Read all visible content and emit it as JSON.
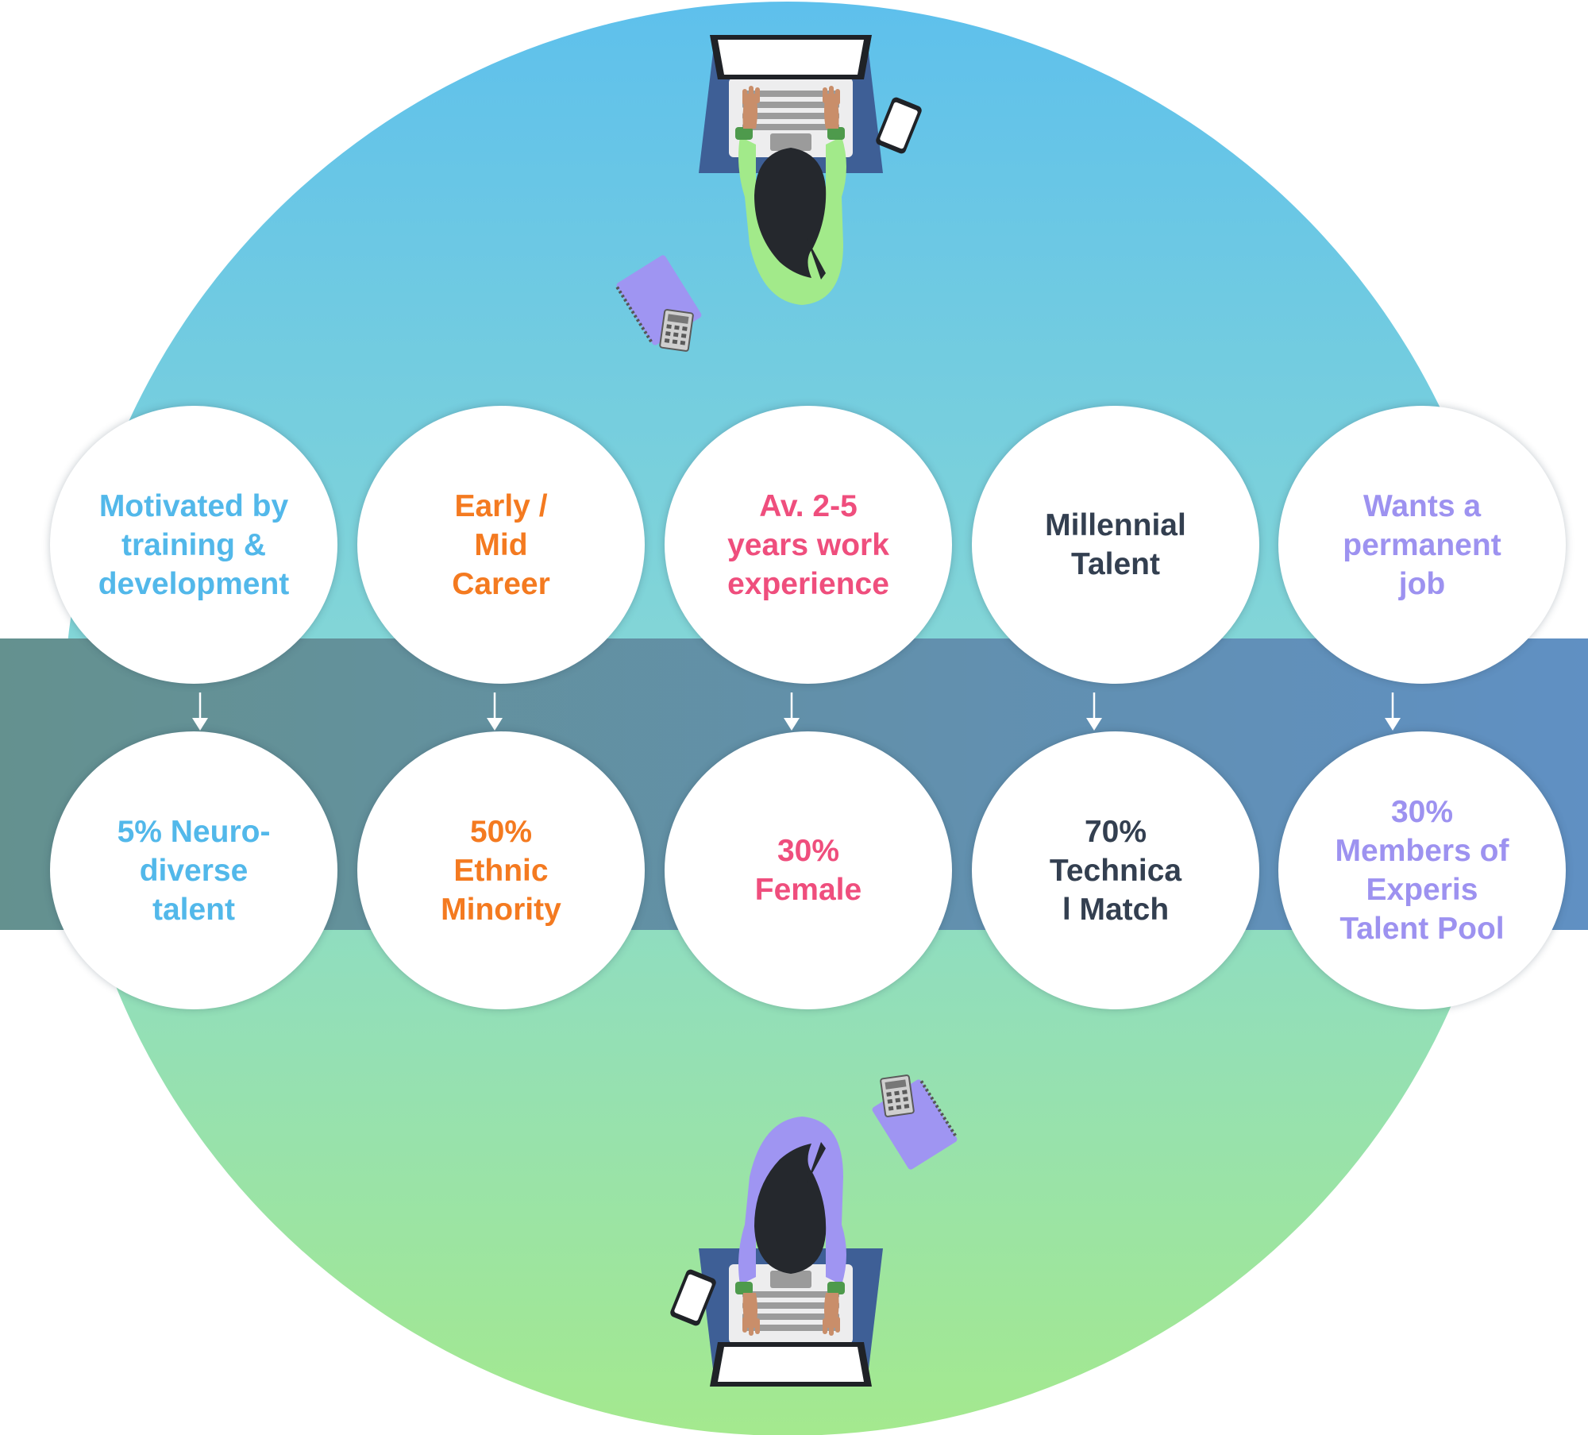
{
  "colors": {
    "circle_top": "#5ec0ec",
    "circle_mid": "#87d8d4",
    "circle_bottom": "#a4e98e",
    "band_left": "#64918f",
    "band_right": "#6090c3",
    "blue_text": "#52b8ea",
    "orange_text": "#f47a20",
    "pink_text": "#ef4e7d",
    "navy_text": "#333f50",
    "purple_text": "#9d92f0"
  },
  "top_row": [
    {
      "text": "Motivated by\ntraining &\ndevelopment",
      "color": "#52b8ea"
    },
    {
      "text": "Early /\nMid\nCareer",
      "color": "#f47a20"
    },
    {
      "text": "Av. 2-5\nyears work\nexperience",
      "color": "#ef4e7d"
    },
    {
      "text": "Millennial\nTalent",
      "color": "#333f50"
    },
    {
      "text": "Wants a\npermanent\njob",
      "color": "#9d92f0"
    }
  ],
  "bottom_row": [
    {
      "text": "5% Neuro-\ndiverse\ntalent",
      "color": "#52b8ea"
    },
    {
      "text": "50%\nEthnic\nMinority",
      "color": "#f47a20"
    },
    {
      "text": "30%\nFemale",
      "color": "#ef4e7d"
    },
    {
      "text": "70%\nTechnica\nl Match",
      "color": "#333f50"
    },
    {
      "text": "30%\nMembers of\nExperis\nTalent Pool",
      "color": "#9d92f0"
    }
  ],
  "icons": {
    "top_person": "person-at-laptop-icon",
    "bottom_person": "person-at-laptop-icon",
    "phone": "smartphone-icon",
    "notebook": "notebook-icon",
    "calculator": "calculator-icon",
    "arrow": "arrow-down-icon"
  }
}
